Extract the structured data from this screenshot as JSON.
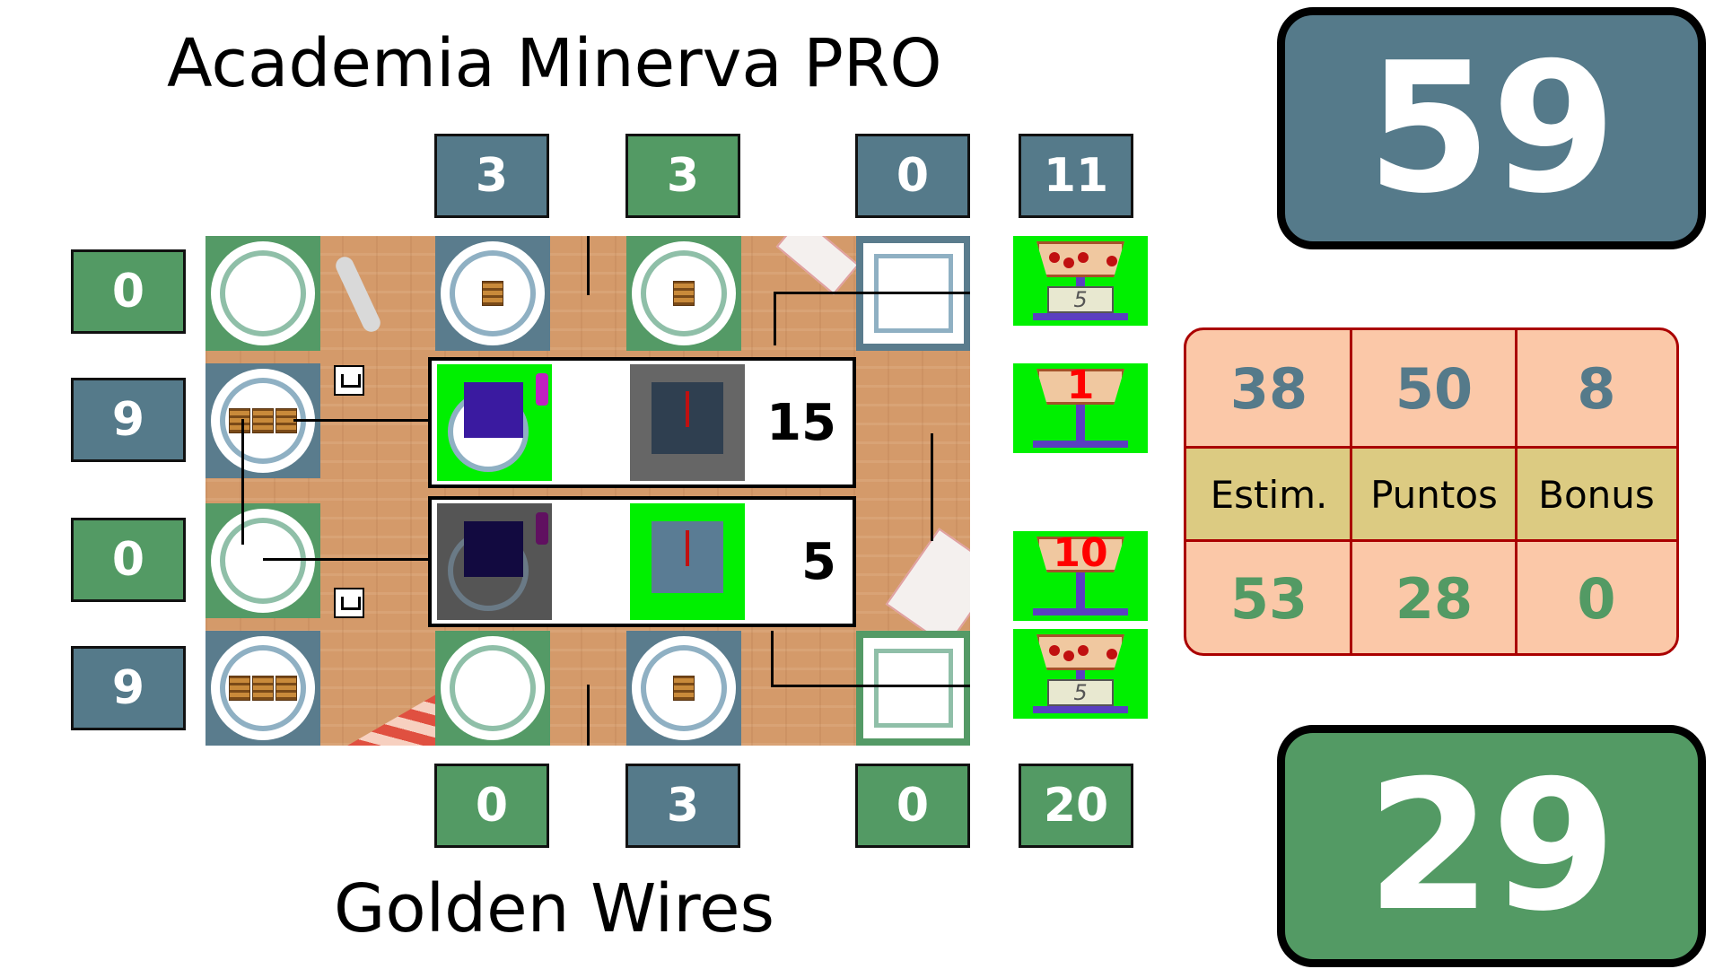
{
  "teams": {
    "top_name": "Academia Minerva PRO",
    "bottom_name": "Golden Wires",
    "top_score": "59",
    "bottom_score": "29",
    "top_color": "#557a8a",
    "bottom_color": "#539a64"
  },
  "column_scores_top": [
    "3",
    "3",
    "0",
    "11"
  ],
  "column_scores_bottom": [
    "0",
    "3",
    "0",
    "20"
  ],
  "row_scores_left": [
    "0",
    "9",
    "0",
    "9"
  ],
  "robots": [
    {
      "label": "robot-top-team",
      "value": "15"
    },
    {
      "label": "robot-bottom-team",
      "value": "5"
    }
  ],
  "scales": [
    {
      "display": "5",
      "weight": ""
    },
    {
      "display": "",
      "weight": "1"
    },
    {
      "display": "",
      "weight": "10"
    },
    {
      "display": "5",
      "weight": ""
    }
  ],
  "stats": {
    "headers": [
      "Estim.",
      "Puntos",
      "Bonus"
    ],
    "top_values": [
      "38",
      "50",
      "8"
    ],
    "bottom_values": [
      "53",
      "28",
      "0"
    ]
  }
}
